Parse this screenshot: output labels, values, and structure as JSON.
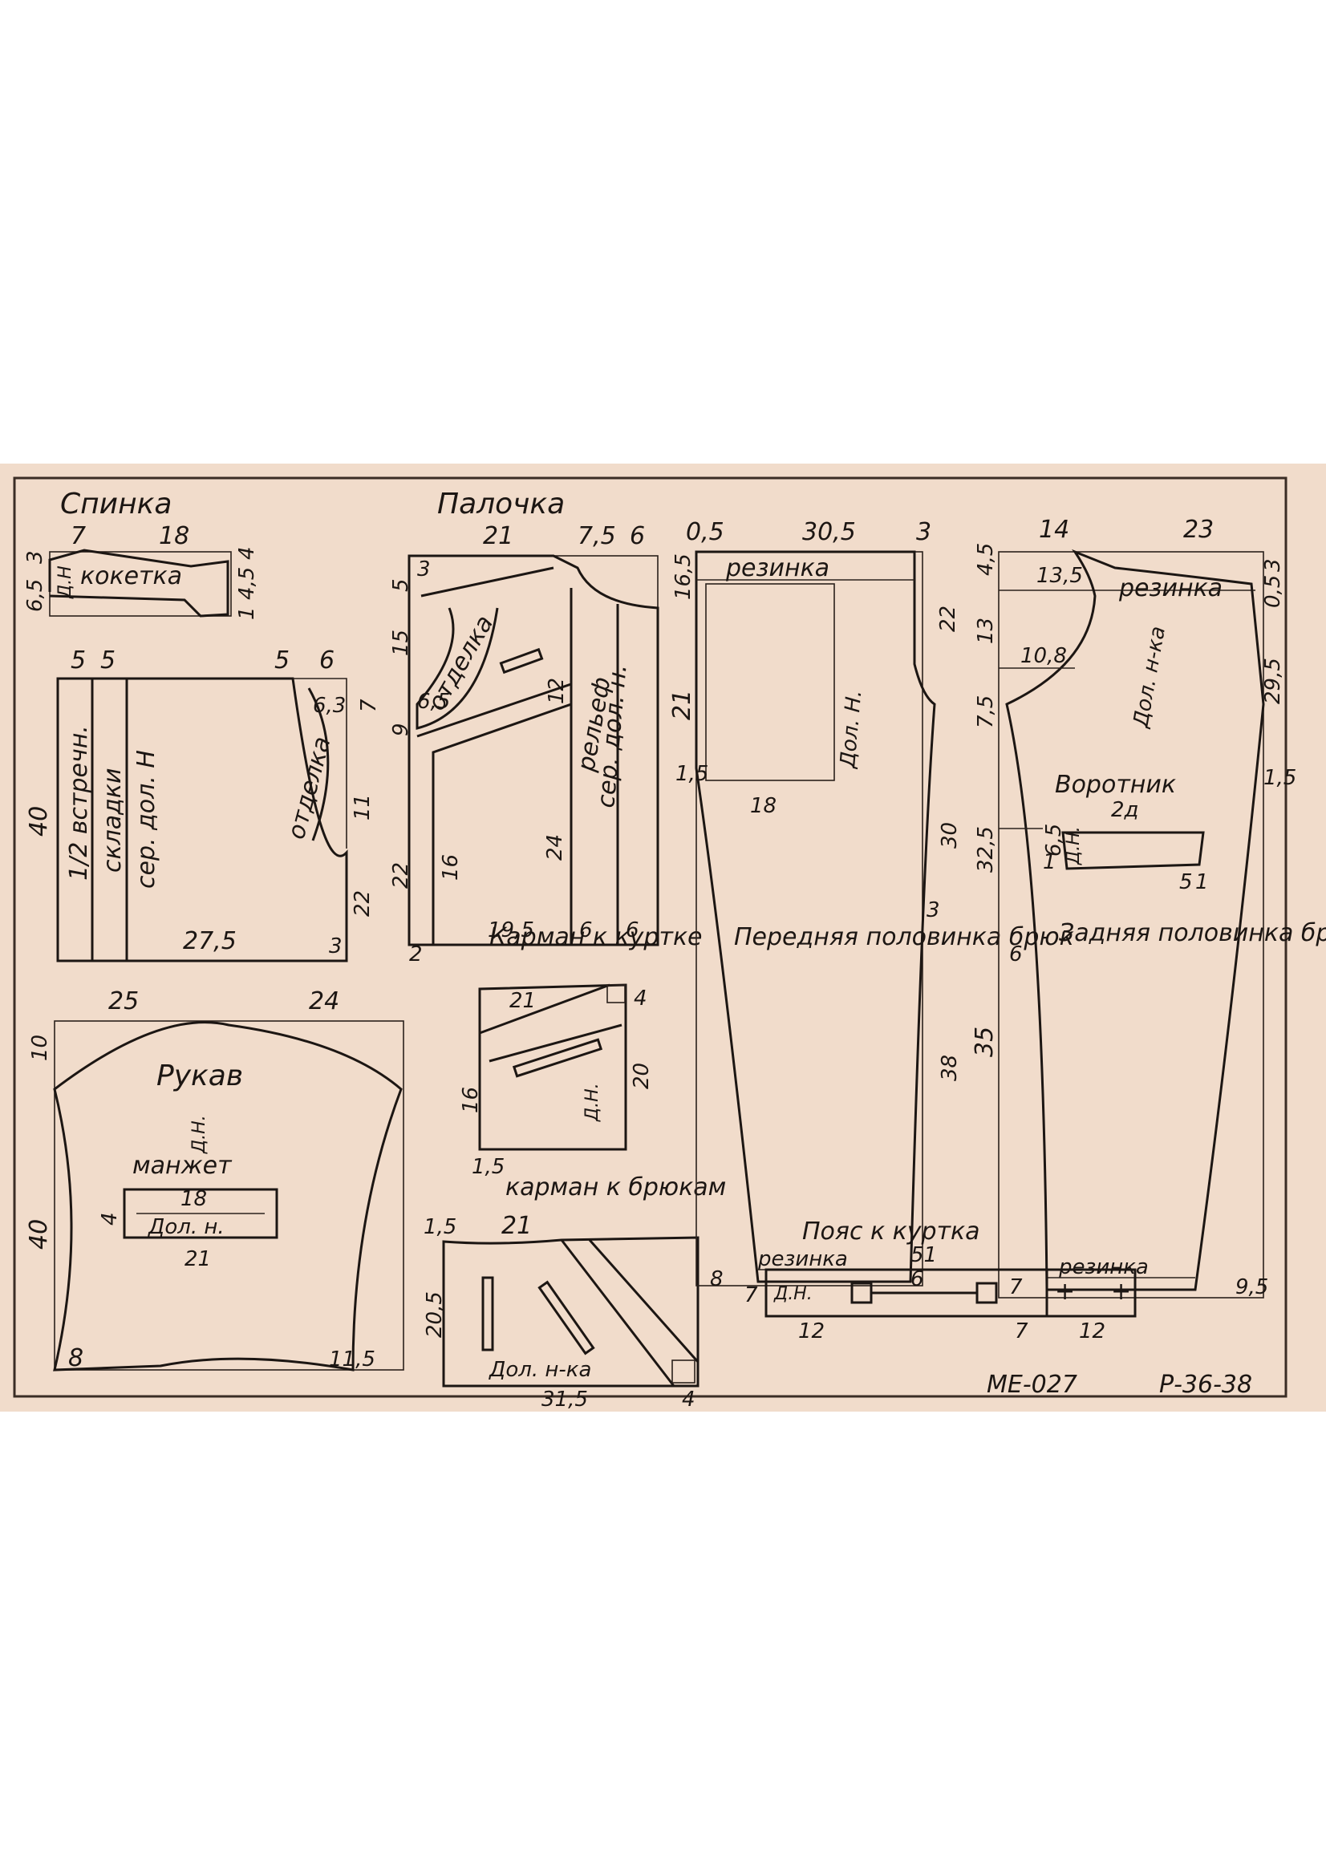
{
  "colors": {
    "paper": "#f1dccb",
    "ink": "#1c1613",
    "border": "#3a2d25"
  },
  "labels": {
    "spinka": "Спинка",
    "kaketka": "кокетка",
    "dn": "Д.Н",
    "vstrech": "1/2 встречн.",
    "skladki": "складки",
    "ser_dol_n": "сер. дол. Н",
    "otdelka": "отделка",
    "palochka": "Палочка",
    "relef": "рельеф",
    "ser_dol_n2": "сер. дол. н.",
    "karman_kurtke": "Карман к куртке",
    "karman_bryukam": "карман к брюкам",
    "rukav": "Рукав",
    "manzhet": "манжет",
    "dol_n": "Дол. н.",
    "dol_n_short": "Д.Н.",
    "dol_n_ka": "Дол. н-ка",
    "rezinka": "резинка",
    "dol_n_vert": "Дол. Н.",
    "front_half": "Передняя половинка брюк",
    "vorotnik": "Воротник",
    "vorotnik_count": "2д",
    "back_half": "Задняя половинка брюк",
    "poyas": "Пояс к куртка",
    "code": "МЕ-027",
    "sizes": "Р-36-38"
  },
  "dimensions": {
    "spinka_top": [
      "7",
      "18"
    ],
    "spinka_left": [
      "6,5",
      "3"
    ],
    "spinka_right": [
      "1",
      "4,5",
      "4"
    ],
    "spinka_body_top": [
      "5",
      "5",
      "5",
      "6"
    ],
    "spinka_body_side": [
      "6,3",
      "7",
      "11",
      "22",
      "3",
      "40",
      "27,5"
    ],
    "palochka_top": [
      "21",
      "7,5",
      "6"
    ],
    "palochka_left": [
      "5",
      "15",
      "9",
      "22",
      "3"
    ],
    "palochka_inner": [
      "6,5",
      "12",
      "16",
      "24",
      "19,5",
      "6",
      "6",
      "2"
    ],
    "karman_kurtke": [
      "21",
      "4",
      "20",
      "16",
      "1,5"
    ],
    "karman_bryukam": [
      "1,5",
      "21",
      "20,5",
      "31,5",
      "4"
    ],
    "rukav": [
      "25",
      "24",
      "10",
      "40",
      "4",
      "18",
      "21",
      "8",
      "11,5"
    ],
    "front": [
      "0,5",
      "30,5",
      "3",
      "16,5",
      "22",
      "21",
      "1,5",
      "18",
      "30",
      "3",
      "38",
      "8",
      "6"
    ],
    "back": [
      "14",
      "23",
      "4,5",
      "13,5",
      "3",
      "0,5",
      "13",
      "10,8",
      "29,5",
      "7,5",
      "1,5",
      "32,5",
      "1",
      "6,5",
      "5",
      "1",
      "6",
      "35",
      "7",
      "9,5"
    ],
    "poyas": [
      "51",
      "7",
      "12",
      "7",
      "12"
    ]
  }
}
